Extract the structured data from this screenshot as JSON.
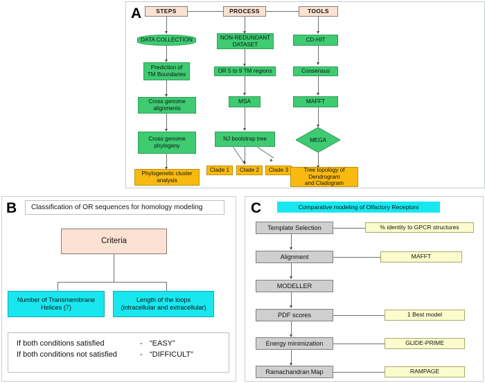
{
  "figure": {
    "panels": [
      "A",
      "B",
      "C"
    ]
  },
  "panel_a": {
    "letter": "A",
    "headers": [
      {
        "label": "STEPS"
      },
      {
        "label": "PROCESS"
      },
      {
        "label": "TOOLS"
      }
    ],
    "column_steps": [
      {
        "label": "DATA COLLECTION",
        "shape": "cylinder",
        "color": "#3ecb72"
      },
      {
        "label": "Prediction of\nTM Boundaries",
        "shape": "rect",
        "color": "#3ecb72"
      },
      {
        "label": "Cross genome\nalignments",
        "shape": "rect",
        "color": "#3ecb72"
      },
      {
        "label": "Cross genome\nphylogeny",
        "shape": "rect",
        "color": "#3ecb72"
      },
      {
        "label": "Phylogenetic cluster\nanalysis",
        "shape": "rect",
        "color": "#f9ba10"
      }
    ],
    "column_process": [
      {
        "label": "NON-REDUNDANT\nDATASET",
        "shape": "rect",
        "color": "#3ecb72"
      },
      {
        "label": "OR 5 to 9 TM regions",
        "shape": "rect",
        "color": "#3ecb72"
      },
      {
        "label": "MSA",
        "shape": "rect",
        "color": "#3ecb72"
      },
      {
        "label": "NJ bootstrap tree",
        "shape": "rect",
        "color": "#3ecb72"
      }
    ],
    "clades": [
      {
        "label": "Clade 1"
      },
      {
        "label": "Clade 2"
      },
      {
        "label": "Clade 3"
      }
    ],
    "column_tools": [
      {
        "label": "CD-HIT",
        "shape": "rect",
        "color": "#3ecb72"
      },
      {
        "label": "Consensus",
        "shape": "rect",
        "color": "#3ecb72"
      },
      {
        "label": "MAFFT",
        "shape": "rect",
        "color": "#3ecb72"
      },
      {
        "label": "MEGA",
        "shape": "diamond",
        "color": "#3ecb72"
      },
      {
        "label": "Tree  topology of\nDendrogram\nand Cladogram",
        "shape": "rect",
        "color": "#f9ba10"
      }
    ],
    "labels": {
      "steps_l1": "DATA COLLECTION",
      "steps_l2a": "Prediction of",
      "steps_l2b": "TM Boundaries",
      "steps_l3a": "Cross genome",
      "steps_l3b": "alignments",
      "steps_l4a": "Cross genome",
      "steps_l4b": "phylogeny",
      "steps_l5a": "Phylogenetic cluster",
      "steps_l5b": "analysis",
      "proc_l1a": "NON-REDUNDANT",
      "proc_l1b": "DATASET",
      "proc_l2": "OR 5 to 9 TM regions",
      "proc_l3": "MSA",
      "proc_l4": "NJ bootstrap tree",
      "clade1": "Clade 1",
      "clade2": "Clade 2",
      "clade3": "Clade 3",
      "tool_l1": "CD-HIT",
      "tool_l2": "Consensus",
      "tool_l3": "MAFFT",
      "tool_l4": "MEGA",
      "tool_l5a": "Tree  topology of",
      "tool_l5b": "Dendrogram",
      "tool_l5c": "and Cladogram",
      "hdr1": "STEPS",
      "hdr2": "PROCESS",
      "hdr3": "TOOLS"
    }
  },
  "panel_b": {
    "letter": "B",
    "title": "Classification of OR sequences for homology modeling",
    "root": {
      "label": "Criteria",
      "color": "#fbe2d2"
    },
    "criteria": [
      {
        "line1": "Number of Transmembrane",
        "line2": "Helices (7)",
        "color": "#19e7ef"
      },
      {
        "line1": "Length of the loops",
        "line2": "(intracellular and extracellular)",
        "color": "#19e7ef"
      }
    ],
    "conditions": [
      {
        "text": "If both  conditions  satisfied",
        "dash": "-",
        "result": "“EASY”"
      },
      {
        "text": "If both  conditions  not satisfied",
        "dash": "-",
        "result": "“DIFFICULT”"
      }
    ]
  },
  "panel_c": {
    "letter": "C",
    "title": "Comparative  modeling of Olfactory Receptors",
    "title_color": "#19e7ef",
    "steps": [
      {
        "label": "Template Selection",
        "tool": "% identity to GPCR structures"
      },
      {
        "label": "Alignment",
        "tool": "MAFFT"
      },
      {
        "label": "MODELLER",
        "tool": null
      },
      {
        "label": "PDF scores",
        "tool": "1 Best model"
      },
      {
        "label": "Energy minimization",
        "tool": "GLIDE-PRIME"
      },
      {
        "label": "Ramachandran Map",
        "tool": "RAMPAGE"
      }
    ],
    "labels": {
      "s1": "Template Selection",
      "t1": "% identity to GPCR structures",
      "s2": "Alignment",
      "t2": "MAFFT",
      "s3": "MODELLER",
      "s4": "PDF scores",
      "t4": "1 Best model",
      "s5": "Energy minimization",
      "t5": "GLIDE-PRIME",
      "s6": "Ramachandran Map",
      "t6": "RAMPAGE"
    },
    "box_color": "#cfcfcf",
    "tool_color": "#fbfbcd"
  }
}
